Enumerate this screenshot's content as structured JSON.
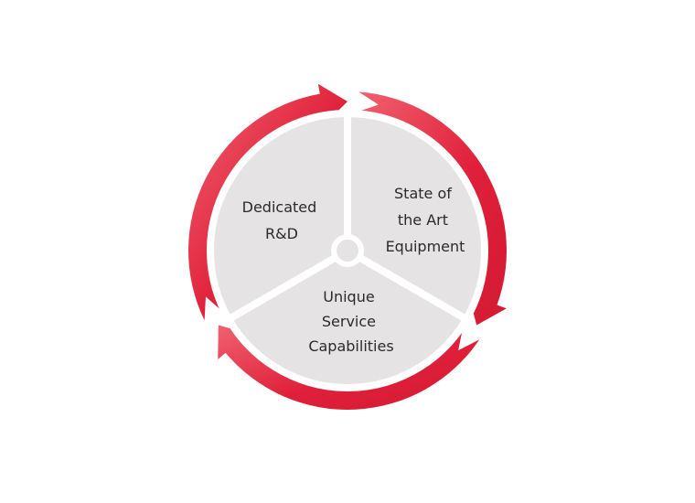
{
  "diagram": {
    "segments": [
      {
        "id": "rd",
        "lines": [
          "Dedicated",
          "R&D"
        ]
      },
      {
        "id": "equipment",
        "lines": [
          "State of",
          "the Art",
          "Equipment"
        ]
      },
      {
        "id": "service",
        "lines": [
          "Unique",
          "Service",
          "Capabilities"
        ]
      }
    ],
    "colors": {
      "arrow": "#e0203a",
      "arrow_light": "#f0626f",
      "segment_fill": "#e5e3e3",
      "ring": "#ffffff",
      "text": "#2b2b2b"
    },
    "arrow_count": 3
  }
}
